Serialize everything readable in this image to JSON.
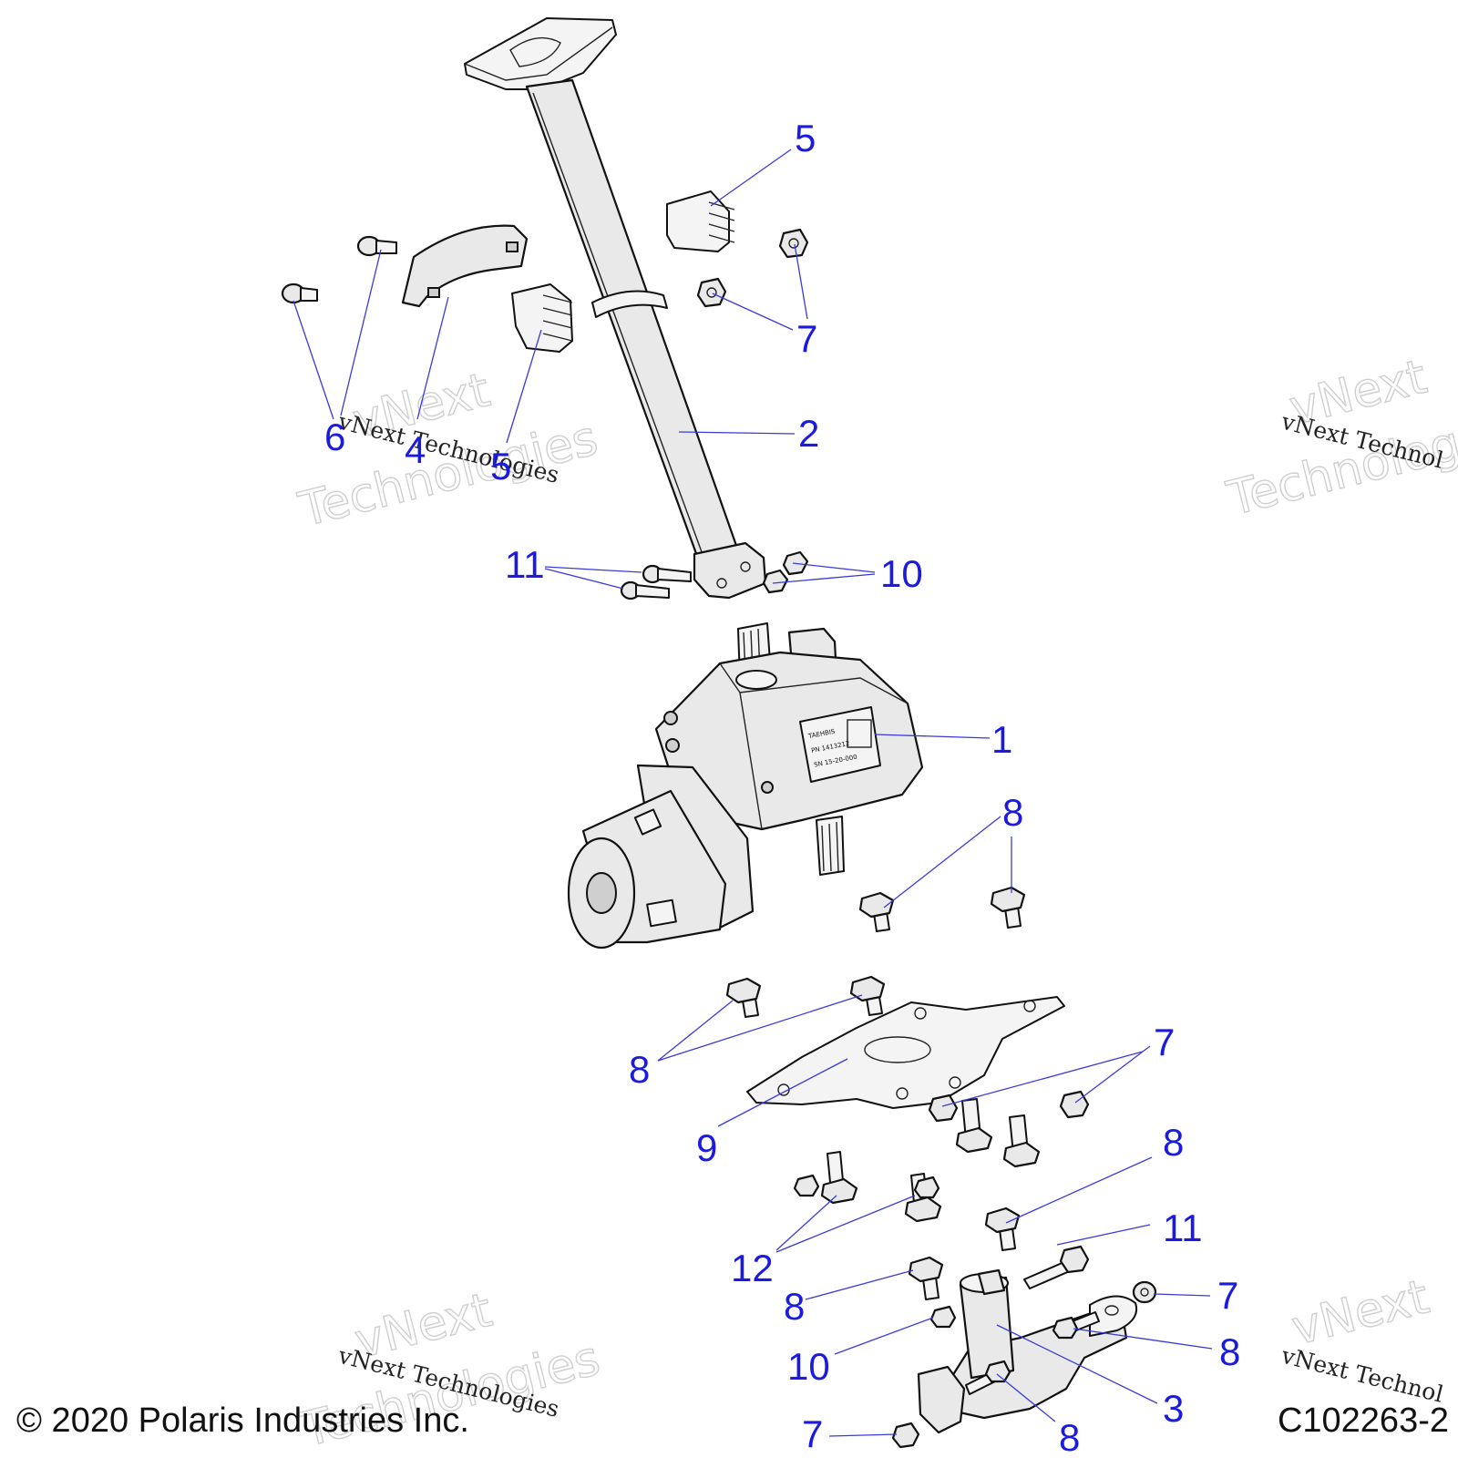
{
  "callouts": [
    {
      "id": "c-5-top",
      "text": "5"
    },
    {
      "id": "c-7-top",
      "text": "7"
    },
    {
      "id": "c-2",
      "text": "2"
    },
    {
      "id": "c-6",
      "text": "6"
    },
    {
      "id": "c-4",
      "text": "4"
    },
    {
      "id": "c-5-left",
      "text": "5"
    },
    {
      "id": "c-11-top",
      "text": "11"
    },
    {
      "id": "c-10-top",
      "text": "10"
    },
    {
      "id": "c-1",
      "text": "1"
    },
    {
      "id": "c-8-right-upper",
      "text": "8"
    },
    {
      "id": "c-8-left",
      "text": "8"
    },
    {
      "id": "c-7-mid",
      "text": "7"
    },
    {
      "id": "c-9",
      "text": "9"
    },
    {
      "id": "c-8-mid-right",
      "text": "8"
    },
    {
      "id": "c-12",
      "text": "12"
    },
    {
      "id": "c-11-bottom",
      "text": "11"
    },
    {
      "id": "c-8-bottom-left",
      "text": "8"
    },
    {
      "id": "c-7-bottom-right",
      "text": "7"
    },
    {
      "id": "c-10-bottom",
      "text": "10"
    },
    {
      "id": "c-8-bottom-right",
      "text": "8"
    },
    {
      "id": "c-3",
      "text": "3"
    },
    {
      "id": "c-7-bottom",
      "text": "7"
    },
    {
      "id": "c-8-bottom",
      "text": "8"
    }
  ],
  "watermark": {
    "line1": "vNext",
    "line2": "Technologies",
    "small": "vNext Technologies",
    "small_right": "vNext Technol"
  },
  "gearbox_label": {
    "line1": "TAEHBIS",
    "line2": "PN 1413212",
    "line3": "SN 15-20-000"
  },
  "footer": {
    "copyright": "© 2020 Polaris Industries Inc.",
    "code": "C102263-2"
  }
}
